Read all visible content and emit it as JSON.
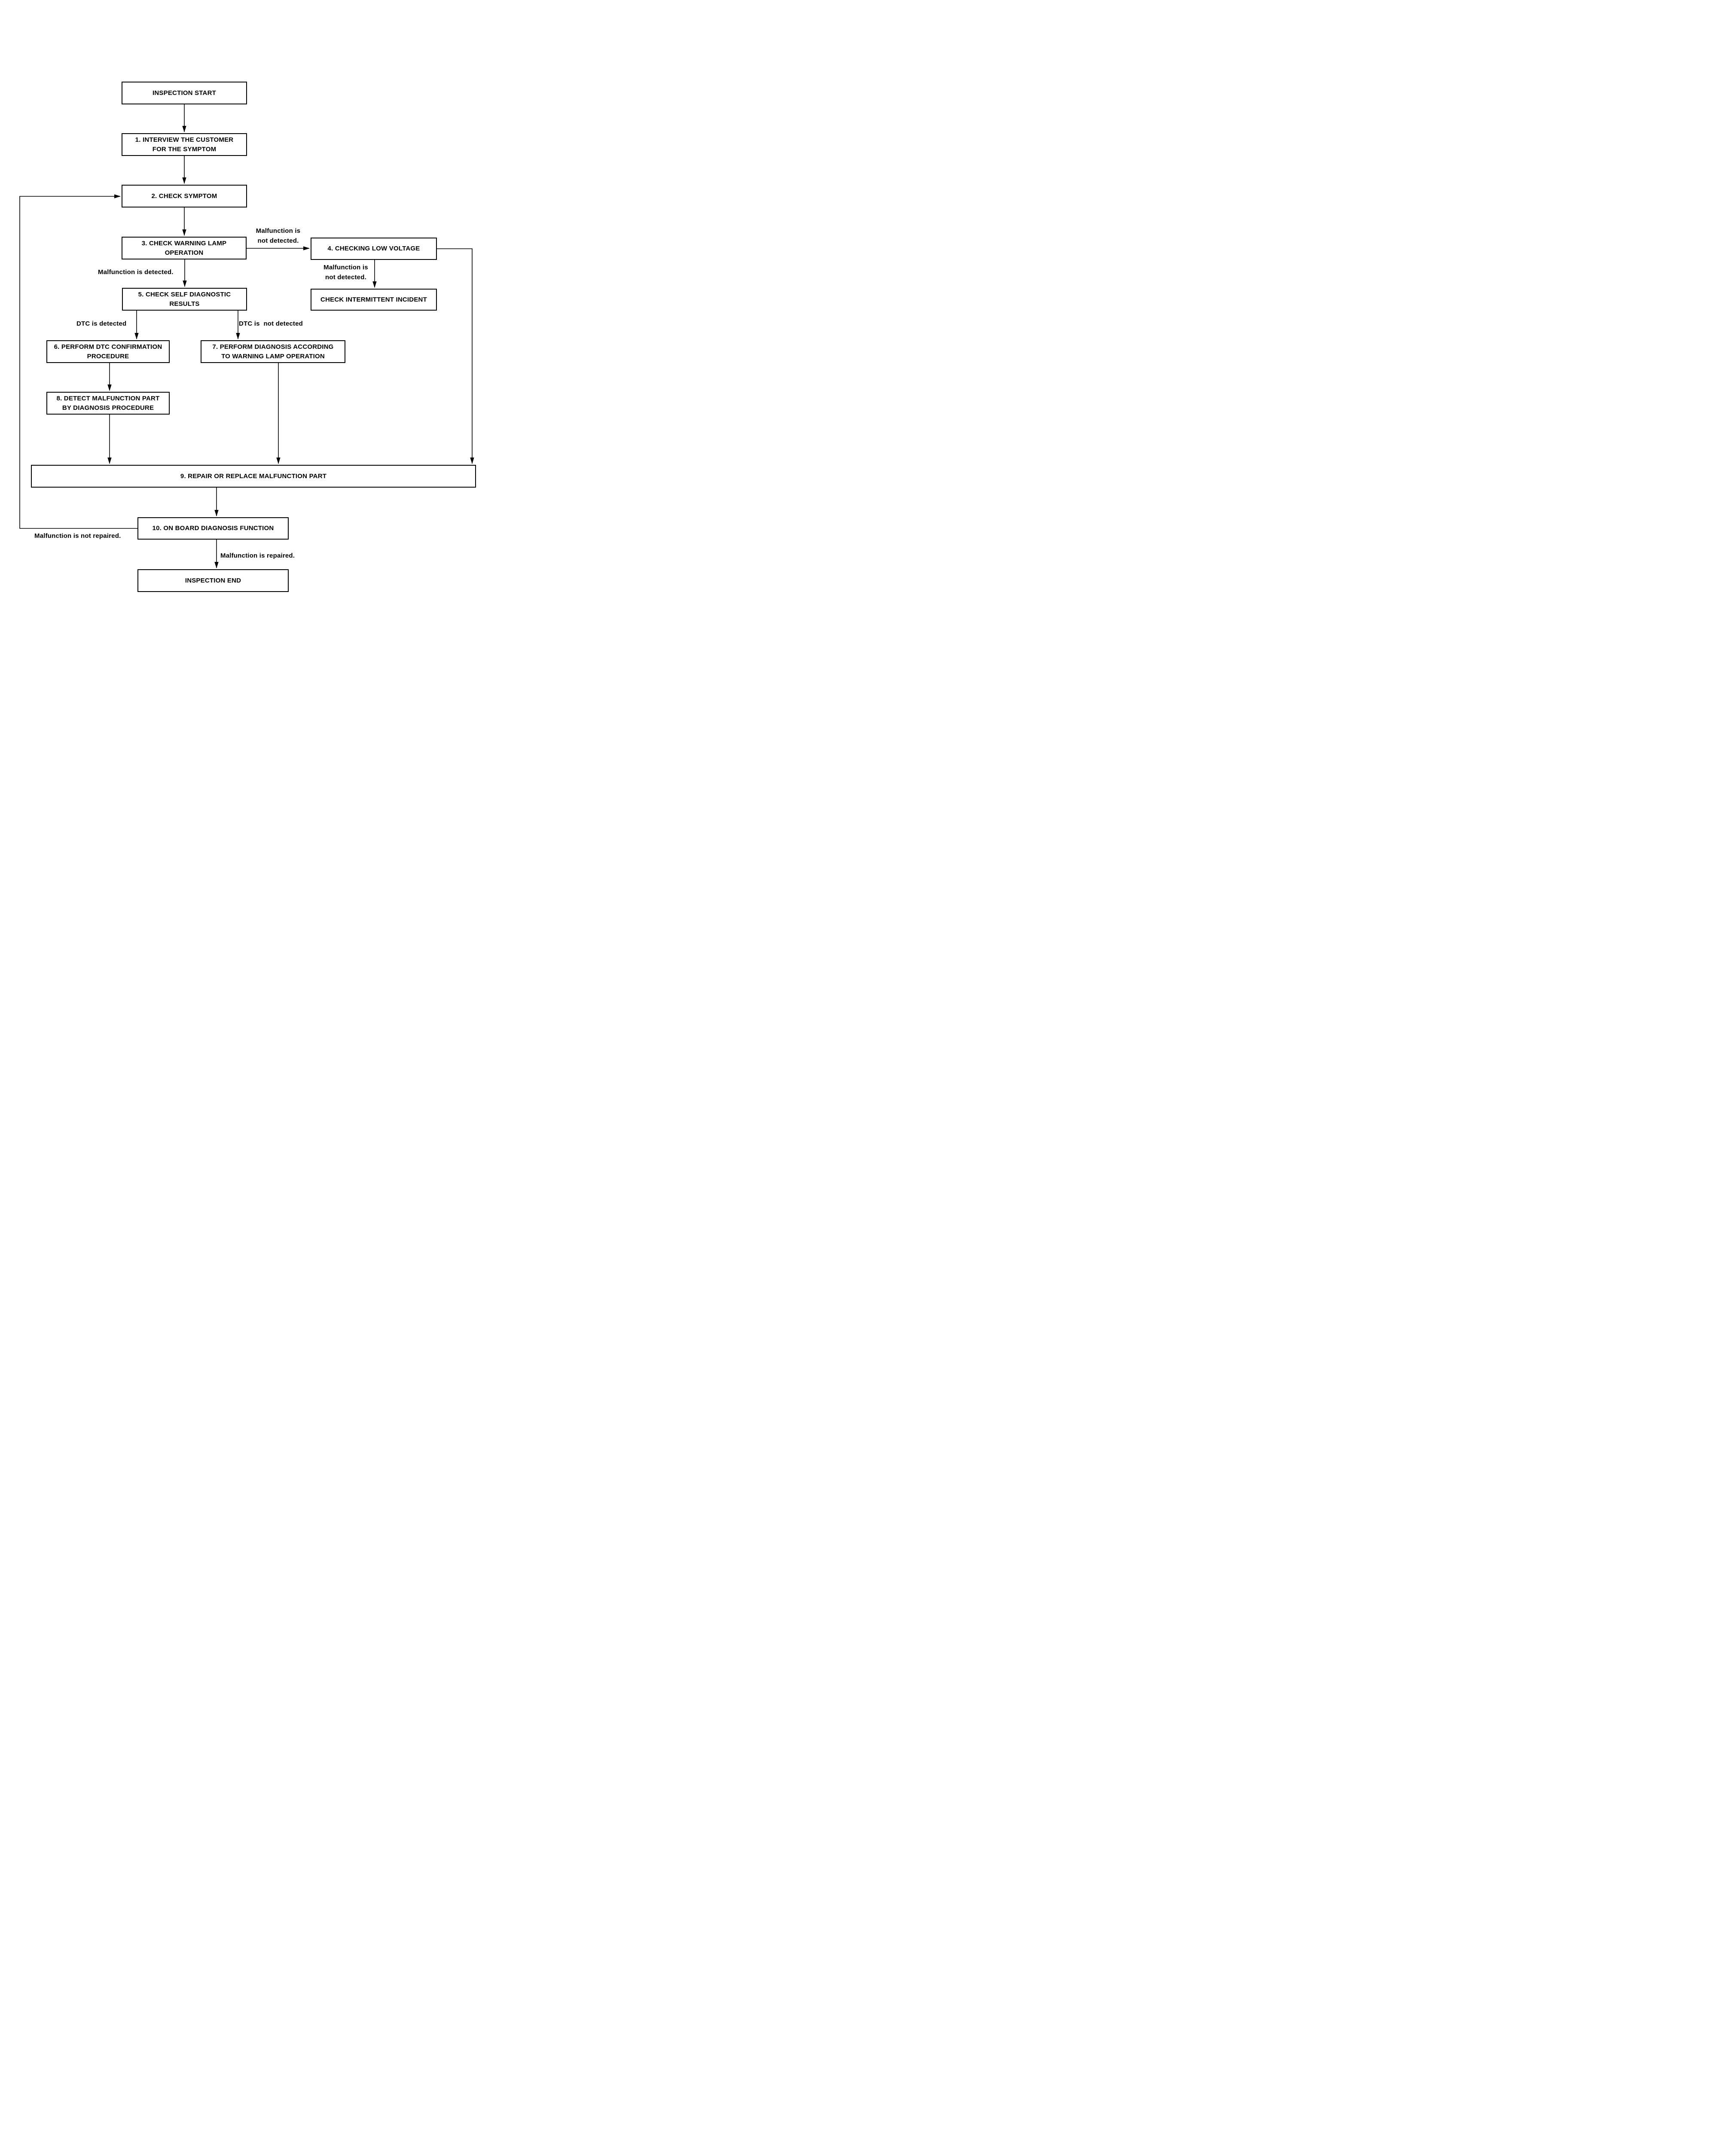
{
  "diagram": {
    "type": "flowchart",
    "background_color": "#ffffff",
    "line_color": "#000000",
    "text_color": "#000000",
    "nodes": {
      "inspection_start": "INSPECTION START",
      "step1": "1. INTERVIEW THE CUSTOMER\nFOR THE SYMPTOM",
      "step2": "2. CHECK SYMPTOM",
      "step3": "3. CHECK WARNING LAMP\nOPERATION",
      "step4": "4. CHECKING LOW VOLTAGE",
      "step5": "5. CHECK SELF DIAGNOSTIC\nRESULTS",
      "check_intermittent": "CHECK INTERMITTENT INCIDENT",
      "step6": "6. PERFORM DTC CONFIRMATION\nPROCEDURE",
      "step7": "7. PERFORM DIAGNOSIS ACCORDING\nTO WARNING LAMP OPERATION",
      "step8": "8. DETECT MALFUNCTION PART\nBY DIAGNOSIS PROCEDURE",
      "step9": "9. REPAIR OR REPLACE MALFUNCTION PART",
      "step10": "10. ON BOARD DIAGNOSIS FUNCTION",
      "inspection_end": "INSPECTION END"
    },
    "edge_labels": {
      "lamp_malfunction_not_detected": "Malfunction is\nnot detected.",
      "lamp_malfunction_detected": "Malfunction is detected.",
      "voltage_malfunction_not_detected": "Malfunction is\nnot detected.",
      "dtc_detected": "DTC is detected",
      "dtc_not_detected": "DTC is  not detected",
      "malfunction_not_repaired": "Malfunction is not repaired.",
      "malfunction_repaired": "Malfunction is repaired."
    }
  }
}
